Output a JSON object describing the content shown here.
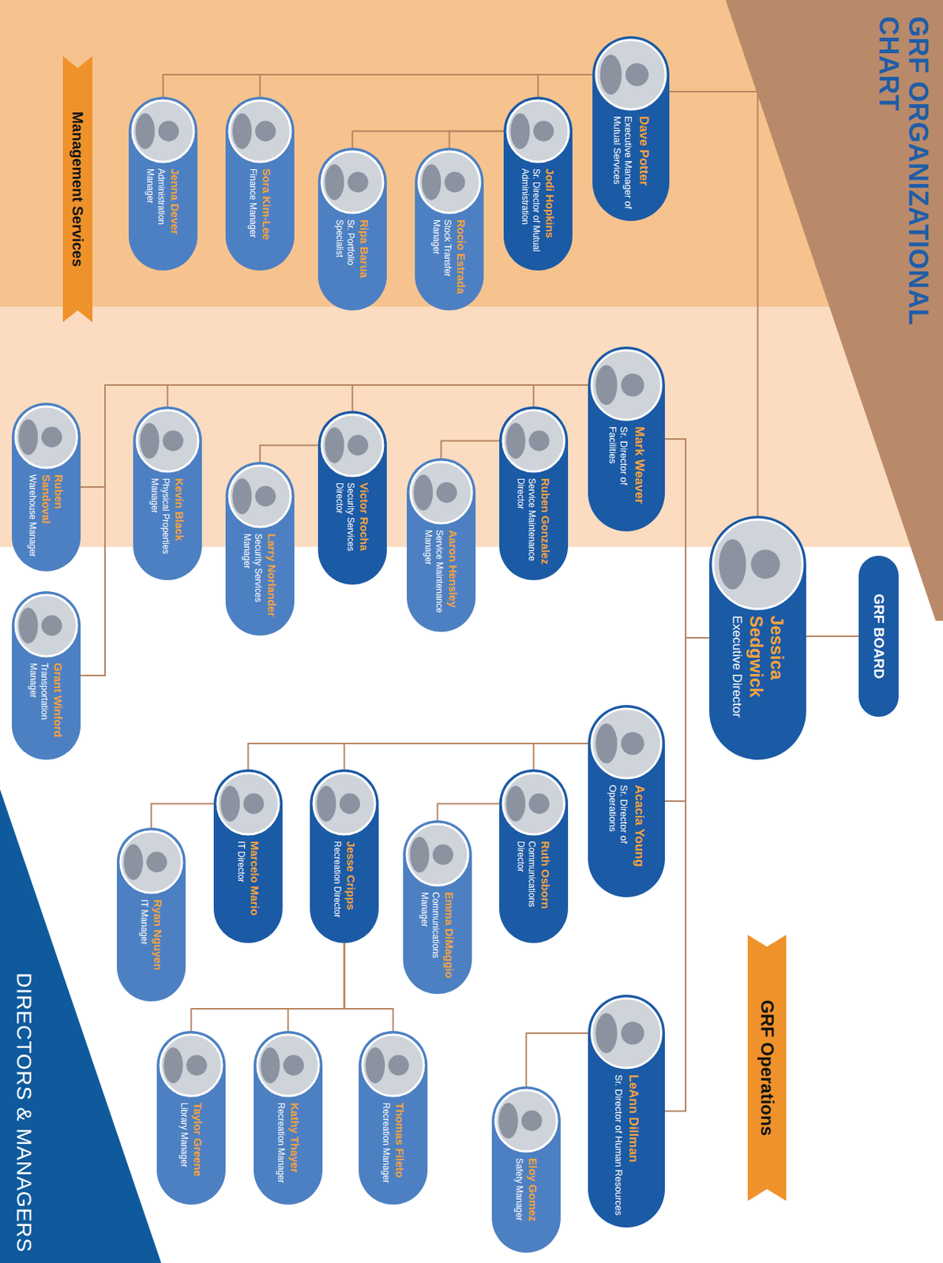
{
  "diagram": {
    "title": "GRF ORGANIZATIONAL CHART",
    "nodes": [
      {
        "text": [
          "GRF BOARD"
        ]
      },
      {
        "text": [
          "Jessica Sedgwick",
          "Executive Director"
        ]
      },
      {
        "text": [
          "Dave Potter",
          "Executive Manager of Mutual Services"
        ]
      },
      {
        "text": [
          "Jodi Hopkins",
          "Sr. Director of Mutual Administration"
        ]
      },
      {
        "text": [
          "Rocio Estrada",
          "Stock Transfer Manager"
        ]
      },
      {
        "text": [
          "Ripa Barua",
          "Sr. Portfolio Specialist"
        ]
      },
      {
        "text": [
          "Sora Kim-Lee",
          "Finance Manager"
        ]
      },
      {
        "text": [
          "Jenna Dever",
          "Administration Manager"
        ]
      },
      {
        "text": [
          "Mark Weaver",
          "Sr. Director of Facilities"
        ]
      },
      {
        "text": [
          "Ruben Gonzalez",
          "Service Maintenance Director"
        ]
      },
      {
        "text": [
          "Aaron Hensley",
          "Service Maintenance Manager"
        ]
      },
      {
        "text": [
          "Victor Rocha",
          "Security Services Director"
        ]
      },
      {
        "text": [
          "Larry Norlander",
          "Security Services Manager"
        ]
      },
      {
        "text": [
          "Kevin Black",
          "Physical Properties Manager"
        ]
      },
      {
        "text": [
          "Ruben Sandoval",
          "Warehouse Manager"
        ]
      },
      {
        "text": [
          "Grant Winford",
          "Transportation Manager"
        ]
      },
      {
        "text": [
          "Acacia Young",
          "Sr. Director of Operations"
        ]
      },
      {
        "text": [
          "Ruth Osborn",
          "Communications Director"
        ]
      },
      {
        "text": [
          "Emma DiMaggio",
          "Communications Manager"
        ]
      },
      {
        "text": [
          "Jesse Cripps",
          "Recreation Director"
        ]
      },
      {
        "text": [
          "Thomas Fileto",
          "Recreation Manager"
        ]
      },
      {
        "text": [
          "Kathy Thayer",
          "Recreation Manager"
        ]
      },
      {
        "text": [
          "Taylor Greene",
          "Library Manager"
        ]
      },
      {
        "text": [
          "Marcelo Mario",
          "IT Director"
        ]
      },
      {
        "text": [
          "Ryan Nguyen",
          "IT Manager"
        ]
      },
      {
        "text": [
          "LeAnn Dillman",
          "Sr. Director of Human Resources"
        ]
      },
      {
        "text": [
          "Eloy Gomez",
          "Safety Manager"
        ]
      },
      {
        "text": [
          "Management Services"
        ]
      },
      {
        "text": [
          "GRF Operations"
        ]
      },
      {
        "text": [
          "DIRECTORS & MANAGERS"
        ]
      }
    ],
    "edges": [
      {
        "from": 0,
        "to": 1,
        "arrow": "none"
      },
      {
        "from": 1,
        "to": 2,
        "arrow": "none"
      },
      {
        "from": 1,
        "to": 8,
        "arrow": "none"
      },
      {
        "from": 1,
        "to": 16,
        "arrow": "none"
      },
      {
        "from": 1,
        "to": 25,
        "arrow": "none"
      },
      {
        "from": 2,
        "to": 3,
        "arrow": "none"
      },
      {
        "from": 2,
        "to": 6,
        "arrow": "none"
      },
      {
        "from": 2,
        "to": 7,
        "arrow": "none"
      },
      {
        "from": 3,
        "to": 4,
        "arrow": "none"
      },
      {
        "from": 3,
        "to": 5,
        "arrow": "none"
      },
      {
        "from": 8,
        "to": 9,
        "arrow": "none"
      },
      {
        "from": 8,
        "to": 11,
        "arrow": "none"
      },
      {
        "from": 8,
        "to": 13,
        "arrow": "none"
      },
      {
        "from": 8,
        "to": 14,
        "arrow": "none"
      },
      {
        "from": 8,
        "to": 15,
        "arrow": "none"
      },
      {
        "from": 9,
        "to": 10,
        "arrow": "none"
      },
      {
        "from": 11,
        "to": 12,
        "arrow": "none"
      },
      {
        "from": 16,
        "to": 17,
        "arrow": "none"
      },
      {
        "from": 16,
        "to": 19,
        "arrow": "none"
      },
      {
        "from": 16,
        "to": 23,
        "arrow": "none"
      },
      {
        "from": 17,
        "to": 18,
        "arrow": "none"
      },
      {
        "from": 19,
        "to": 20,
        "arrow": "none"
      },
      {
        "from": 19,
        "to": 21,
        "arrow": "none"
      },
      {
        "from": 19,
        "to": 22,
        "arrow": "none"
      },
      {
        "from": 23,
        "to": 24,
        "arrow": "none"
      },
      {
        "from": 25,
        "to": 26,
        "arrow": "none"
      }
    ]
  }
}
